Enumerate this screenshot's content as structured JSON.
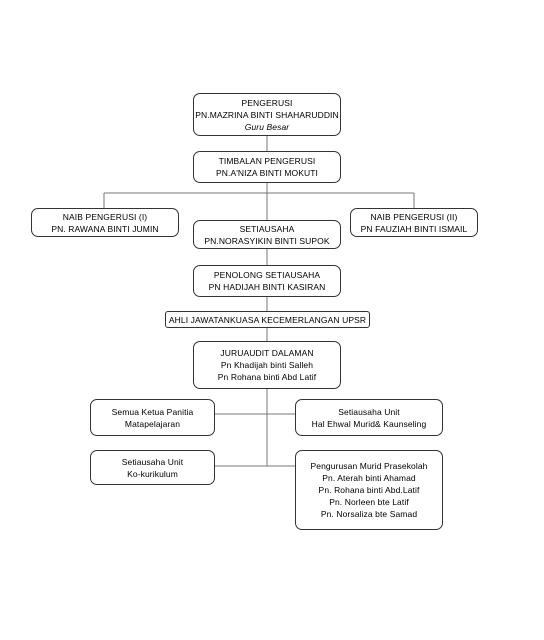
{
  "chart": {
    "pengerusi": {
      "role": "PENGERUSI",
      "name": "PN.MAZRINA BINTI SHAHARUDDIN",
      "note": "Guru Besar"
    },
    "timbalan": {
      "role": "TIMBALAN PENGERUSI",
      "name": "PN.A'NIZA BINTI MOKUTI"
    },
    "naib1": {
      "role": "NAIB PENGERUSI (I)",
      "name": "PN. RAWANA BINTI JUMIN"
    },
    "naib2": {
      "role": "NAIB PENGERUSI (II)",
      "name": "PN FAUZIAH BINTI ISMAIL"
    },
    "setiausaha": {
      "role": "SETIAUSAHA",
      "name": "PN.NORASYIKIN BINTI SUPOK"
    },
    "penolong": {
      "role": "PENOLONG SETIAUSAHA",
      "name": "PN HADIJAH BINTI KASIRAN"
    },
    "ahli": {
      "role": "AHLI JAWATANKUASA KECEMERLANGAN UPSR"
    },
    "juruaudit": {
      "role": "JURUAUDIT DALAMAN",
      "names": [
        "Pn Khadijah binti Salleh",
        "Pn Rohana binti Abd Latif"
      ]
    },
    "ketua_panitia": {
      "line1": "Semua Ketua Panitia",
      "line2": "Matapelajaran"
    },
    "unit_hem": {
      "line1": "Setiausaha Unit",
      "line2": "Hal Ehwal Murid& Kaunseling"
    },
    "unit_koku": {
      "line1": "Setiausaha Unit",
      "line2": "Ko-kurikulum"
    },
    "prasekolah": {
      "title": "Pengurusan Murid Prasekolah",
      "names": [
        "Pn. Aterah binti Ahamad",
        "Pn. Rohana binti Abd.Latif",
        "Pn. Norleen bte Latif",
        "Pn. Norsaliza bte Samad"
      ]
    }
  }
}
